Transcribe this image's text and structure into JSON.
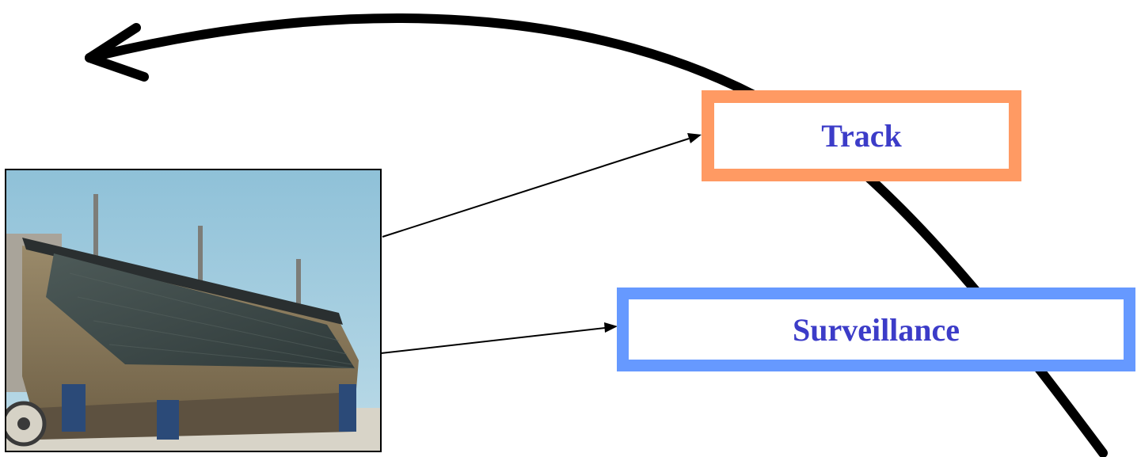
{
  "boxes": {
    "track": {
      "label": "Track",
      "border_color": "#ff9a63",
      "text_color": "#3c3cc8"
    },
    "surveillance": {
      "label": "Surveillance",
      "border_color": "#6699ff",
      "text_color": "#3c3cc8"
    }
  },
  "photo": {
    "subject": "radar-array-vehicle"
  },
  "colors": {
    "curve": "#000000",
    "arrows": "#000000",
    "background": "#ffffff"
  }
}
